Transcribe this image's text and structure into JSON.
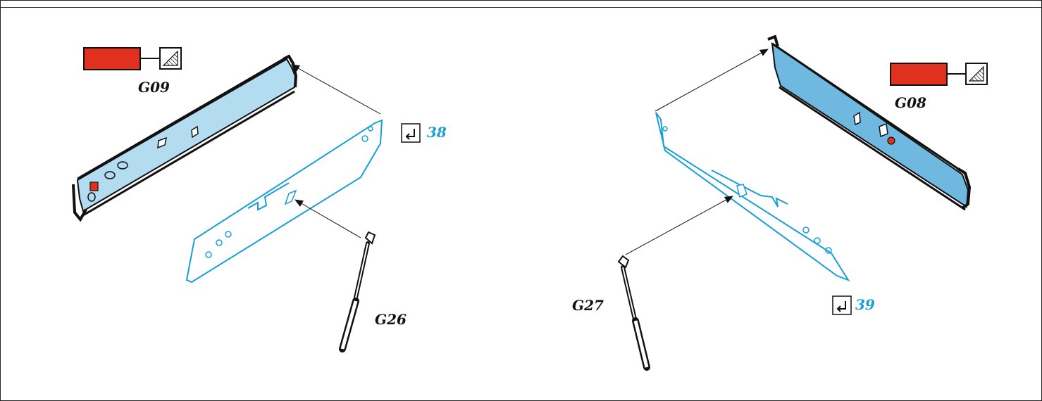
{
  "colors": {
    "paint_red": "#e0311e",
    "panel_blue": "#b3dcf0",
    "etch_blue": "#1a9ed8",
    "step_blue": "#1a9ed8",
    "ink": "#111111"
  },
  "icons": [
    "step-arrow-icon",
    "hatched-surface-icon"
  ],
  "left": {
    "part_label": "G09",
    "strut_label": "G26",
    "step_number": "38"
  },
  "right": {
    "part_label": "G08",
    "strut_label": "G27",
    "step_number": "39"
  }
}
